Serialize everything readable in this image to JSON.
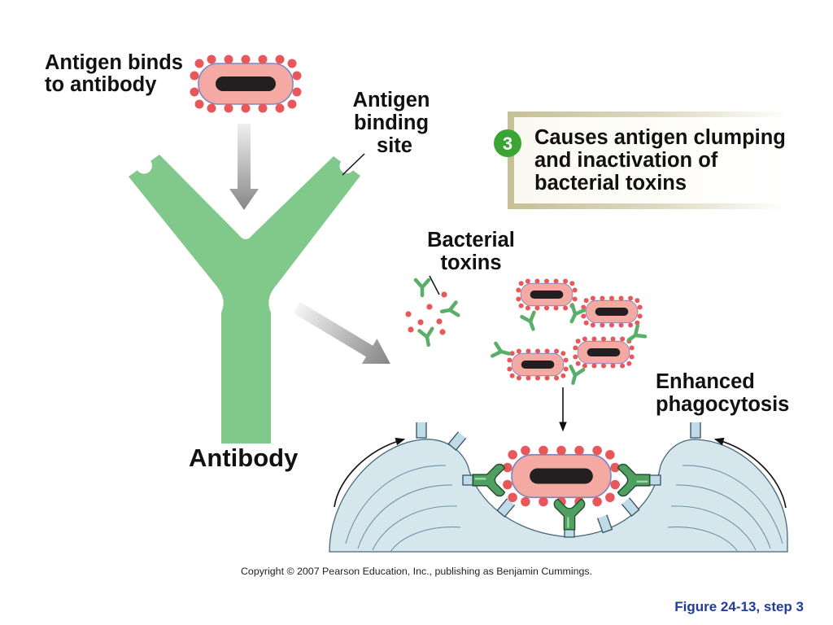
{
  "labels": {
    "antigen_binds": [
      "Antigen binds",
      "to antibody"
    ],
    "antigen_binding_site": [
      "Antigen",
      "binding",
      "site"
    ],
    "antibody": "Antibody",
    "bacterial_toxins": [
      "Bacterial",
      "toxins"
    ],
    "enhanced_phagocytosis": [
      "Enhanced",
      "phagocytosis"
    ]
  },
  "step": {
    "number": "3",
    "text": [
      "Causes antigen clumping",
      "and inactivation of",
      "bacterial toxins"
    ]
  },
  "copyright": "Copyright © 2007 Pearson Education, Inc., publishing as Benjamin Cummings.",
  "figure_caption": "Figure 24-13, step 3",
  "colors": {
    "antibody_green": "#80c98b",
    "small_antibody_green": "#5aae6a",
    "bound_antibody_green": "#4e9f60",
    "bacterium_pink": "#f4aaa3",
    "antigen_red": "#e8585a",
    "phagocyte_blue": "#d5e7ed",
    "step_badge_green": "#3aa535",
    "caption_blue": "#1f3d99"
  }
}
